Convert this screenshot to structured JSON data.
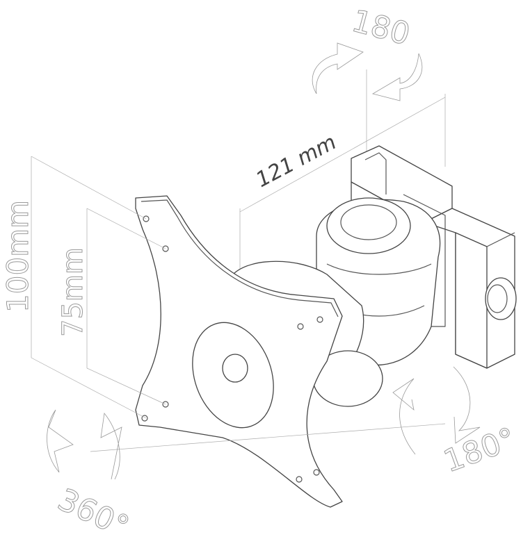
{
  "labels": {
    "rotation_top": "180",
    "width_dimension": "121 mm",
    "vesa_outer": "100mm",
    "vesa_inner": "75mm",
    "rotation_plate": "360°",
    "rotation_side": "180°"
  }
}
